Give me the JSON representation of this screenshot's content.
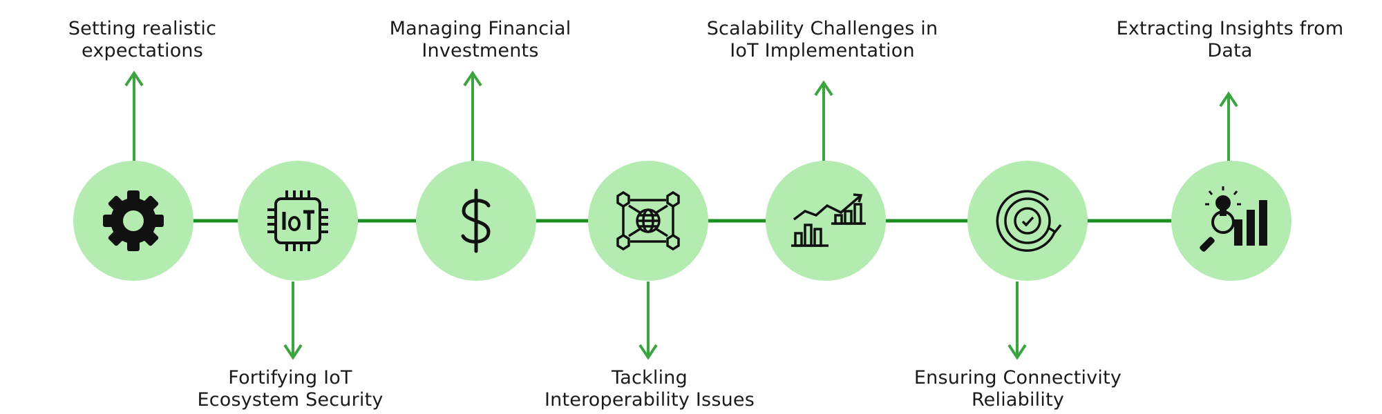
{
  "colors": {
    "connector": "#1b8f22",
    "arrow": "#3aa43f",
    "node_fill": "#b3ebb1",
    "icon": "#111111",
    "text": "#1a1a1a"
  },
  "steps": [
    {
      "label_line1": "Setting realistic",
      "label_line2": "expectations",
      "icon": "gear-icon",
      "direction": "up"
    },
    {
      "label_line1": "Fortifying IoT",
      "label_line2": "Ecosystem Security",
      "icon": "iot-chip-icon",
      "direction": "down"
    },
    {
      "label_line1": "Managing Financial",
      "label_line2": "Investments",
      "icon": "dollar-icon",
      "direction": "up"
    },
    {
      "label_line1": "Tackling",
      "label_line2": "Interoperability Issues",
      "icon": "network-globe-icon",
      "direction": "down"
    },
    {
      "label_line1": "Scalability Challenges in",
      "label_line2": "IoT Implementation",
      "icon": "growth-chart-icon",
      "direction": "up"
    },
    {
      "label_line1": "Ensuring Connectivity",
      "label_line2": "Reliability",
      "icon": "reliability-badge-icon",
      "direction": "down"
    },
    {
      "label_line1": "Extracting Insights from",
      "label_line2": "Data",
      "icon": "insights-analytics-icon",
      "direction": "up"
    }
  ]
}
